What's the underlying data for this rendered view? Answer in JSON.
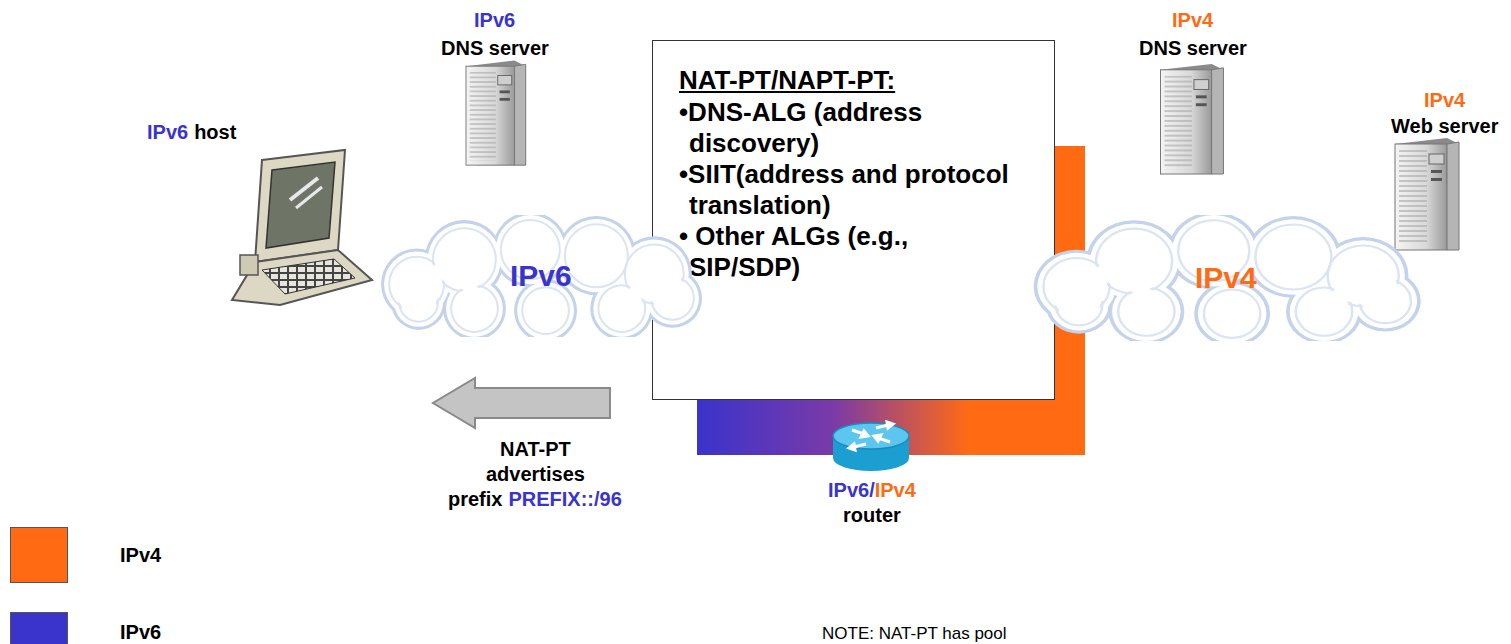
{
  "diagram": {
    "nodes": [
      {
        "text": [
          "NAT-PT/NAPT-PT:",
          "•DNS-ALG (address discovery)",
          "•SIIT(address and protocol translation)",
          "• Other ALGs (e.g., SIP/SDP)"
        ]
      },
      {
        "text": [
          "IPv6"
        ]
      },
      {
        "text": [
          "IPv4"
        ]
      }
    ],
    "labels": [
      "IPv6",
      "DNS server",
      "IPv4",
      "DNS server",
      "IPv4",
      "Web server",
      "IPv6",
      "host",
      "NAT-PT",
      "advertises",
      "prefix",
      "PREFIX::/96",
      "IPv6/",
      "IPv4",
      "router",
      "NOTE: NAT-PT has pool"
    ],
    "legend": [
      {
        "text": "IPv4",
        "color": "#ff6a13"
      },
      {
        "text": "IPv6",
        "color": "#3a33cc"
      }
    ]
  }
}
